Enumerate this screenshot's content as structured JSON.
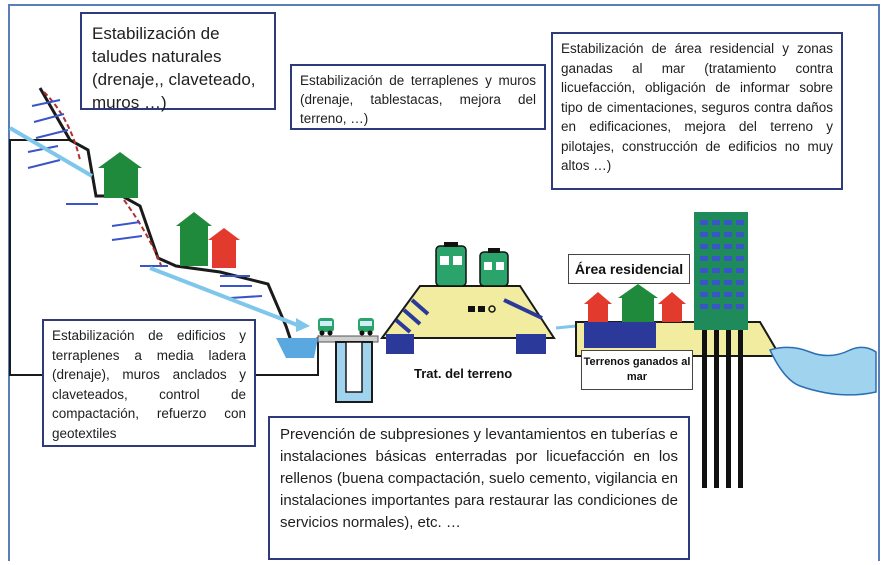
{
  "boxes": {
    "taludes": "Estabilización de taludes naturales (drenaje,, claveteado, muros …)",
    "terraplenes": "Estabilización de terraplenes y muros (drenaje, tablestacas, mejora del terreno, …)",
    "residencial": "Estabilización de área residencial y zonas ganadas al mar (tratamiento contra licuefacción, obligación de informar sobre tipo de cimentaciones, seguros contra daños en edificaciones, mejora del terreno y pilotajes, construcción de edificios no muy altos …)",
    "edificios": "Estabilización de edificios y terraplenes a media ladera (drenaje), muros anclados y claveteados, control de compactación, refuerzo con geotextiles",
    "subpresiones": "Prevención de subpresiones y levantamientos en tuberías e instalaciones básicas enterradas por licuefacción en los rellenos (buena compactación, suelo cemento, vigilancia en instalaciones importantes para restaurar las condiciones de servicios normales), etc. …"
  },
  "labels": {
    "area_residencial": "Área residencial",
    "terrenos_ganados": "Terrenos ganados al mar",
    "trat_terreno": "Trat. del terreno"
  },
  "colors": {
    "frame": "#5a7fb8",
    "box_border": "#2e3a7a",
    "house_green": "#1f8a3c",
    "house_red": "#e23b2e",
    "embankment": "#f2eca0",
    "foundation_blue": "#2b3a9a",
    "water": "#9fd3ee",
    "building": "#1f8a5a",
    "train": "#2aa46a"
  }
}
